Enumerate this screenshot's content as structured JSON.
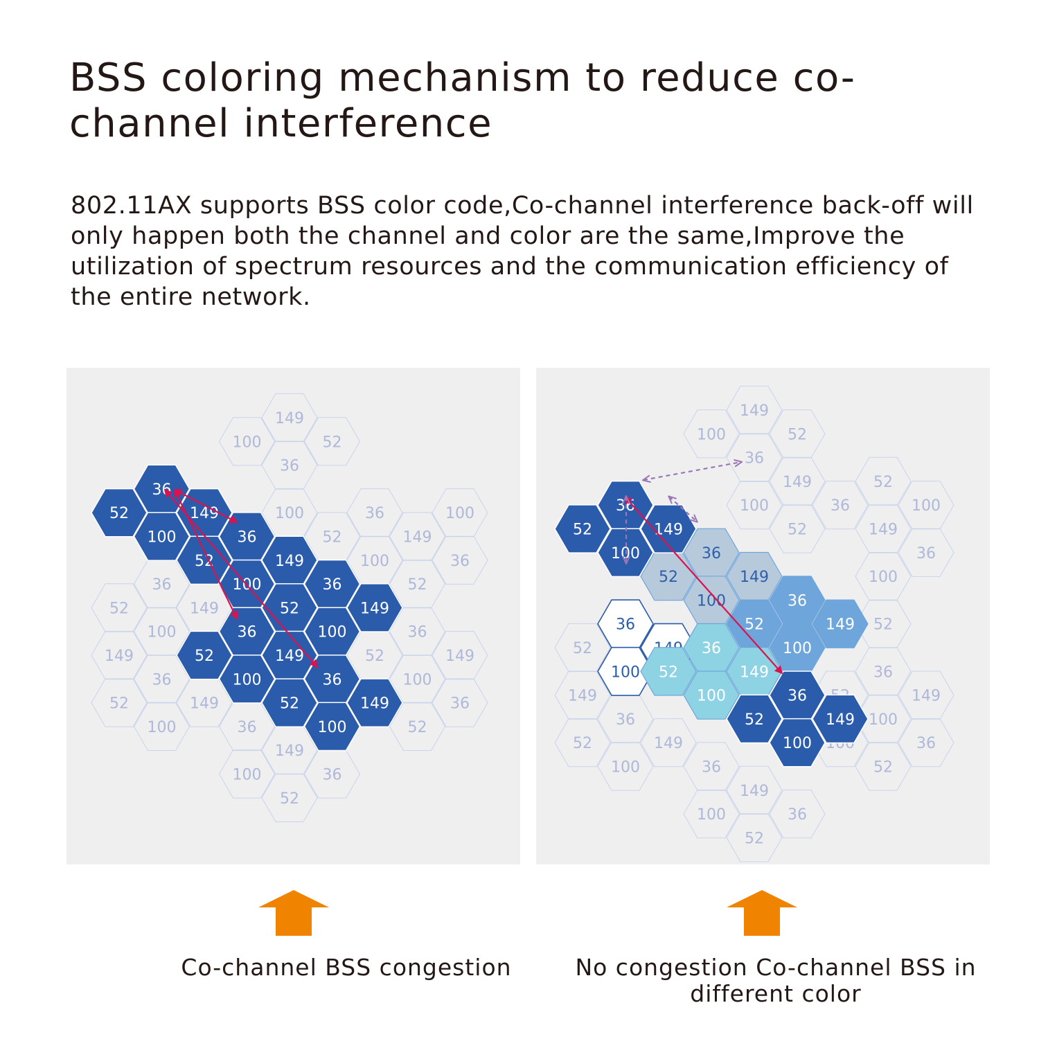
{
  "title": "BSS coloring mechanism to reduce co-channel interference",
  "description": "802.11AX supports BSS color code,Co-channel interference back-off will only happen both the channel and color are the same,Improve the utilization of spectrum resources and the communication efficiency of the entire network.",
  "colors": {
    "panel_bg": "#efefef",
    "dark_blue": "#2b5cab",
    "mid_blue": "#6ea6db",
    "light_gray_blue": "#b7cadb",
    "cyan": "#8ed3e3",
    "faint_outline": "#c9d3ec",
    "faint_text": "#aeb8d8",
    "red_arrow": "#d9134f",
    "purple_dashed": "#9a76b8",
    "orange_arrow": "#f08300"
  },
  "left_panel": {
    "caption": "Co-channel BSS congestion",
    "cells": [
      {
        "label": "149",
        "c": 4,
        "r": 0,
        "s": "faint"
      },
      {
        "label": "100",
        "c": 3,
        "r": 1,
        "s": "faint"
      },
      {
        "label": "52",
        "c": 5,
        "r": 1,
        "s": "faint"
      },
      {
        "label": "36",
        "c": 4,
        "r": 2,
        "s": "faint"
      },
      {
        "label": "100",
        "c": 4,
        "r": 4,
        "s": "faint"
      },
      {
        "label": "36",
        "c": 6,
        "r": 4,
        "s": "faint"
      },
      {
        "label": "100",
        "c": 8,
        "r": 4,
        "s": "faint"
      },
      {
        "label": "52",
        "c": 5,
        "r": 5,
        "s": "faint"
      },
      {
        "label": "149",
        "c": 7,
        "r": 5,
        "s": "faint"
      },
      {
        "label": "100",
        "c": 6,
        "r": 6,
        "s": "faint"
      },
      {
        "label": "36",
        "c": 8,
        "r": 6,
        "s": "faint"
      },
      {
        "label": "52",
        "c": 7,
        "r": 7,
        "s": "faint"
      },
      {
        "label": "36",
        "c": 1,
        "r": 7,
        "s": "faint"
      },
      {
        "label": "52",
        "c": 0,
        "r": 8,
        "s": "faint"
      },
      {
        "label": "149",
        "c": 2,
        "r": 8,
        "s": "faint"
      },
      {
        "label": "100",
        "c": 1,
        "r": 9,
        "s": "faint"
      },
      {
        "label": "36",
        "c": 7,
        "r": 9,
        "s": "faint"
      },
      {
        "label": "149",
        "c": 0,
        "r": 10,
        "s": "faint"
      },
      {
        "label": "52",
        "c": 6,
        "r": 10,
        "s": "faint"
      },
      {
        "label": "149",
        "c": 8,
        "r": 10,
        "s": "faint"
      },
      {
        "label": "36",
        "c": 1,
        "r": 11,
        "s": "faint"
      },
      {
        "label": "100",
        "c": 7,
        "r": 11,
        "s": "faint"
      },
      {
        "label": "52",
        "c": 0,
        "r": 12,
        "s": "faint"
      },
      {
        "label": "149",
        "c": 2,
        "r": 12,
        "s": "faint"
      },
      {
        "label": "36",
        "c": 8,
        "r": 12,
        "s": "faint"
      },
      {
        "label": "100",
        "c": 1,
        "r": 13,
        "s": "faint"
      },
      {
        "label": "36",
        "c": 3,
        "r": 13,
        "s": "faint"
      },
      {
        "label": "52",
        "c": 7,
        "r": 13,
        "s": "faint"
      },
      {
        "label": "149",
        "c": 4,
        "r": 14,
        "s": "faint"
      },
      {
        "label": "100",
        "c": 3,
        "r": 15,
        "s": "faint"
      },
      {
        "label": "36",
        "c": 5,
        "r": 15,
        "s": "faint"
      },
      {
        "label": "52",
        "c": 4,
        "r": 16,
        "s": "faint"
      },
      {
        "label": "52",
        "c": 0,
        "r": 4,
        "s": "dark"
      },
      {
        "label": "36",
        "c": 1,
        "r": 3,
        "s": "dark"
      },
      {
        "label": "149",
        "c": 2,
        "r": 4,
        "s": "dark"
      },
      {
        "label": "100",
        "c": 1,
        "r": 5,
        "s": "dark"
      },
      {
        "label": "36",
        "c": 3,
        "r": 5,
        "s": "dark"
      },
      {
        "label": "52",
        "c": 2,
        "r": 6,
        "s": "dark"
      },
      {
        "label": "149",
        "c": 4,
        "r": 6,
        "s": "dark"
      },
      {
        "label": "100",
        "c": 3,
        "r": 7,
        "s": "dark"
      },
      {
        "label": "36",
        "c": 5,
        "r": 7,
        "s": "dark"
      },
      {
        "label": "52",
        "c": 4,
        "r": 8,
        "s": "dark"
      },
      {
        "label": "149",
        "c": 6,
        "r": 8,
        "s": "dark"
      },
      {
        "label": "36",
        "c": 3,
        "r": 9,
        "s": "dark"
      },
      {
        "label": "100",
        "c": 5,
        "r": 9,
        "s": "dark"
      },
      {
        "label": "52",
        "c": 2,
        "r": 10,
        "s": "dark"
      },
      {
        "label": "149",
        "c": 4,
        "r": 10,
        "s": "dark"
      },
      {
        "label": "100",
        "c": 3,
        "r": 11,
        "s": "dark"
      },
      {
        "label": "36",
        "c": 5,
        "r": 11,
        "s": "dark"
      },
      {
        "label": "52",
        "c": 4,
        "r": 12,
        "s": "dark"
      },
      {
        "label": "149",
        "c": 6,
        "r": 12,
        "s": "dark"
      },
      {
        "label": "100",
        "c": 5,
        "r": 13,
        "s": "dark"
      }
    ]
  },
  "right_panel": {
    "caption": "No congestion Co-channel BSS in different color",
    "cells": [
      {
        "label": "149",
        "c": 4,
        "r": 0,
        "s": "faint"
      },
      {
        "label": "100",
        "c": 3,
        "r": 1,
        "s": "faint"
      },
      {
        "label": "52",
        "c": 5,
        "r": 1,
        "s": "faint"
      },
      {
        "label": "36",
        "c": 4,
        "r": 2,
        "s": "faint"
      },
      {
        "label": "100",
        "c": 4,
        "r": 4,
        "s": "faint"
      },
      {
        "label": "149",
        "c": 5,
        "r": 3,
        "s": "faint"
      },
      {
        "label": "52",
        "c": 5,
        "r": 5,
        "s": "faint"
      },
      {
        "label": "36",
        "c": 6,
        "r": 4,
        "s": "faint"
      },
      {
        "label": "100",
        "c": 7,
        "r": 7,
        "s": "faint"
      },
      {
        "label": "149",
        "c": 7,
        "r": 5,
        "s": "faint"
      },
      {
        "label": "52",
        "c": 7,
        "r": 3,
        "s": "faint"
      },
      {
        "label": "100",
        "c": 8,
        "r": 4,
        "s": "faint"
      },
      {
        "label": "36",
        "c": 8,
        "r": 6,
        "s": "faint"
      },
      {
        "label": "52",
        "c": 7,
        "r": 9,
        "s": "faint"
      },
      {
        "label": "36",
        "c": 7,
        "r": 11,
        "s": "faint"
      },
      {
        "label": "149",
        "c": 8,
        "r": 12,
        "s": "faint"
      },
      {
        "label": "100",
        "c": 7,
        "r": 13,
        "s": "faint"
      },
      {
        "label": "36",
        "c": 8,
        "r": 14,
        "s": "faint"
      },
      {
        "label": "52",
        "c": 7,
        "r": 15,
        "s": "faint"
      },
      {
        "label": "52",
        "c": 6,
        "r": 12,
        "s": "faint"
      },
      {
        "label": "100",
        "c": 6,
        "r": 14,
        "s": "faint"
      },
      {
        "label": "52",
        "c": 0,
        "r": 10,
        "s": "faint"
      },
      {
        "label": "149",
        "c": 0,
        "r": 12,
        "s": "faint"
      },
      {
        "label": "36",
        "c": 1,
        "r": 13,
        "s": "faint"
      },
      {
        "label": "52",
        "c": 0,
        "r": 14,
        "s": "faint"
      },
      {
        "label": "149",
        "c": 2,
        "r": 14,
        "s": "faint"
      },
      {
        "label": "100",
        "c": 1,
        "r": 15,
        "s": "faint"
      },
      {
        "label": "36",
        "c": 3,
        "r": 15,
        "s": "faint"
      },
      {
        "label": "149",
        "c": 4,
        "r": 16,
        "s": "faint"
      },
      {
        "label": "100",
        "c": 3,
        "r": 17,
        "s": "faint"
      },
      {
        "label": "36",
        "c": 5,
        "r": 17,
        "s": "faint"
      },
      {
        "label": "52",
        "c": 4,
        "r": 18,
        "s": "faint"
      },
      {
        "label": "36",
        "c": 1,
        "r": 9,
        "s": "outline"
      },
      {
        "label": "149",
        "c": 2,
        "r": 10,
        "s": "outline"
      },
      {
        "label": "100",
        "c": 1,
        "r": 11,
        "s": "outline"
      },
      {
        "label": "52",
        "c": 0,
        "r": 5,
        "s": "dark"
      },
      {
        "label": "36",
        "c": 1,
        "r": 4,
        "s": "dark"
      },
      {
        "label": "149",
        "c": 2,
        "r": 5,
        "s": "dark"
      },
      {
        "label": "100",
        "c": 1,
        "r": 6,
        "s": "dark"
      },
      {
        "label": "36",
        "c": 3,
        "r": 6,
        "s": "gray"
      },
      {
        "label": "52",
        "c": 2,
        "r": 7,
        "s": "gray"
      },
      {
        "label": "149",
        "c": 4,
        "r": 7,
        "s": "gray"
      },
      {
        "label": "100",
        "c": 3,
        "r": 8,
        "s": "gray"
      },
      {
        "label": "36",
        "c": 5,
        "r": 8,
        "s": "mid"
      },
      {
        "label": "52",
        "c": 4,
        "r": 9,
        "s": "mid"
      },
      {
        "label": "149",
        "c": 6,
        "r": 9,
        "s": "mid"
      },
      {
        "label": "100",
        "c": 5,
        "r": 10,
        "s": "mid"
      },
      {
        "label": "36",
        "c": 3,
        "r": 10,
        "s": "cyan"
      },
      {
        "label": "52",
        "c": 2,
        "r": 11,
        "s": "cyan"
      },
      {
        "label": "149",
        "c": 4,
        "r": 11,
        "s": "cyan"
      },
      {
        "label": "100",
        "c": 3,
        "r": 12,
        "s": "cyan"
      },
      {
        "label": "36",
        "c": 5,
        "r": 12,
        "s": "dark"
      },
      {
        "label": "52",
        "c": 4,
        "r": 13,
        "s": "dark"
      },
      {
        "label": "149",
        "c": 6,
        "r": 13,
        "s": "dark"
      },
      {
        "label": "100",
        "c": 5,
        "r": 14,
        "s": "dark"
      }
    ]
  }
}
